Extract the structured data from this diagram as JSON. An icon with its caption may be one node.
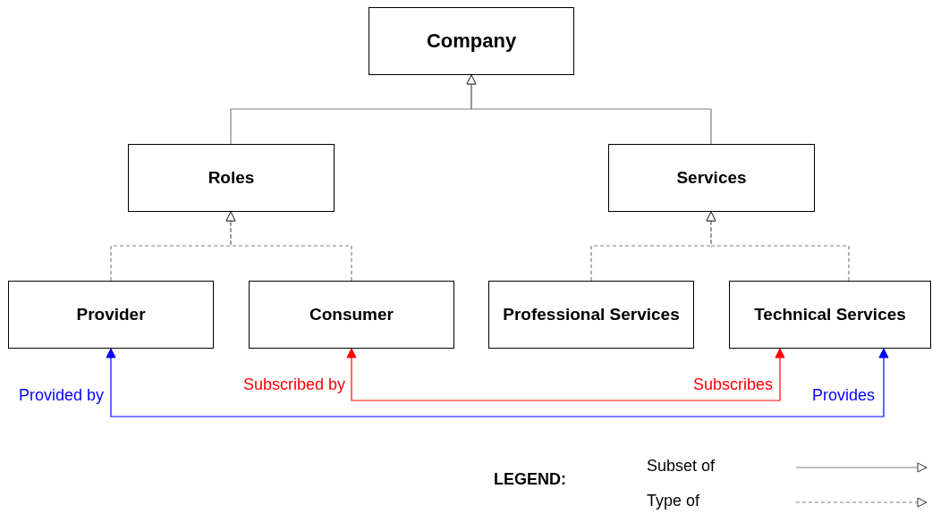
{
  "diagram": {
    "nodes": [
      {
        "text": [
          "Company"
        ]
      },
      {
        "text": [
          "Roles"
        ]
      },
      {
        "text": [
          "Services"
        ]
      },
      {
        "text": [
          "Provider"
        ]
      },
      {
        "text": [
          "Consumer"
        ]
      },
      {
        "text": [
          "Professional Services"
        ]
      },
      {
        "text": [
          "Technical Services"
        ]
      }
    ],
    "edges": [
      {
        "from": 1,
        "to": 0,
        "arrow": "to"
      },
      {
        "from": 2,
        "to": 0,
        "arrow": "to"
      },
      {
        "from": 3,
        "to": 1,
        "arrow": "to",
        "style": "dashed"
      },
      {
        "from": 4,
        "to": 1,
        "arrow": "to",
        "style": "dashed"
      },
      {
        "from": 5,
        "to": 2,
        "arrow": "to",
        "style": "dashed"
      },
      {
        "from": 6,
        "to": 2,
        "arrow": "to",
        "style": "dashed"
      },
      {
        "from": 3,
        "to": 6,
        "arrow": "both",
        "color": "#0000ff"
      },
      {
        "from": 4,
        "to": 6,
        "arrow": "both",
        "color": "#ff0000"
      }
    ],
    "labels": [
      "Provided by",
      "Subscribed by",
      "Subscribes",
      "Provides",
      "LEGEND:"
    ],
    "legend": [
      {
        "text": "Subset of"
      },
      {
        "text": "Type of"
      }
    ]
  }
}
